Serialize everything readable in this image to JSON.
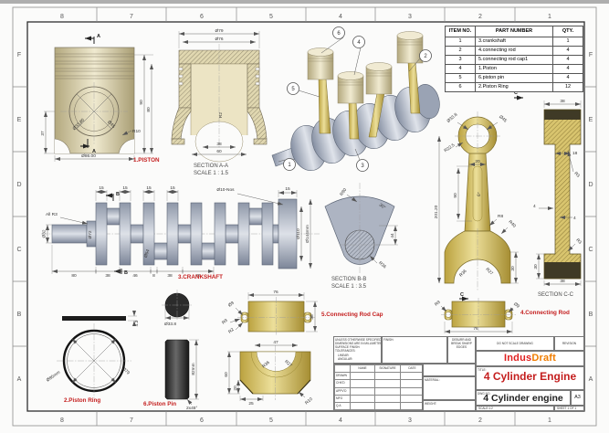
{
  "sheet": {
    "grid_cols": [
      "8",
      "7",
      "6",
      "5",
      "4",
      "3",
      "2",
      "1"
    ],
    "grid_rows": [
      "F",
      "E",
      "D",
      "C",
      "B",
      "A"
    ]
  },
  "colors": {
    "accent_red": "#c41e1e",
    "logo_red": "#e02020",
    "logo_orange": "#f07d00",
    "piston_tan": "#e6dfc2",
    "crank_gray": "#aab3c4",
    "rod_gold": "#d8c46e",
    "pin_dark": "#2b2b2b"
  },
  "parts_table": {
    "headers": [
      "ITEM NO.",
      "PART NUMBER",
      "QTY."
    ],
    "rows": [
      [
        "1",
        "3.crankshaft",
        "1"
      ],
      [
        "2",
        "4.connecting rod",
        "4"
      ],
      [
        "3",
        "5.connecting rod cap1",
        "4"
      ],
      [
        "4",
        "1.Piston",
        "4"
      ],
      [
        "5",
        "6.piston pin",
        "4"
      ],
      [
        "6",
        "2.Piston Ring",
        "12"
      ]
    ]
  },
  "balloons": [
    "1",
    "2",
    "3",
    "4",
    "5",
    "6"
  ],
  "labels": {
    "piston": "1.PISTON",
    "piston_ring": "2.Piston Ring",
    "crankshaft": "3.CRANKSHAFT",
    "connecting_rod": "4.Connecting Rod",
    "rod_cap": "5.Connecting Rod Cap",
    "piston_pin": "6.Piston Pin",
    "section_aa": "SECTION A-A",
    "section_aa_scale": "SCALE 1 : 1.5",
    "section_bb": "SECTION B-B",
    "section_bb_scale": "SCALE 1 : 3.5",
    "section_cc": "SECTION C-C"
  },
  "dims": {
    "piston": {
      "bore": "Ø86.00",
      "pin_dia": "Ø33.80",
      "d45": "Ø45",
      "r10": "R10",
      "h90": "90",
      "h80": "80",
      "w37": "37",
      "sec": "A"
    },
    "section_aa": {
      "d79": "Ø79",
      "d76": "Ø76",
      "b38": "38",
      "b60": "60",
      "r2": "R2"
    },
    "crank": {
      "all_r3": "All R3",
      "d32": "Ø32",
      "d72": "Ø72",
      "d54": "Ø54",
      "d110": "Ø110",
      "d144": "Ø144mm",
      "holes": "Ø10-Nos",
      "w15": "15",
      "sec": "B",
      "bottom": [
        "80",
        "38",
        "46",
        "8",
        "38",
        "46"
      ]
    },
    "section_bb": {
      "r80": "R80",
      "a30": "30°",
      "h44": "44",
      "r36": "R36"
    },
    "rod": {
      "d338": "Ø33.8",
      "d45": "Ø45",
      "r225": "R22.5",
      "w20": "20",
      "h90": "90",
      "h201": "201.20",
      "a6": "6°",
      "r8": "R8",
      "r40": "R40",
      "r36": "R36",
      "r27": "R27",
      "h30": "30",
      "w76": "76",
      "r9": "R9",
      "d9": "Ø9",
      "sec": "C"
    },
    "section_cc": {
      "t38": "38",
      "w18": "18",
      "r3a": "R3",
      "wall4a": "4",
      "wall4b": "4",
      "r3b": "R3",
      "h30": "30",
      "b38": "38"
    },
    "ring": {
      "od": "Ø85mm",
      "idm": "Ø79",
      "th": "4.3"
    },
    "pin": {
      "dia": "Ø33.8",
      "len": "82mm",
      "cham": "2x45°"
    },
    "cap": {
      "w76": "76",
      "h38": "38",
      "d9": "Ø9",
      "r9": "R9",
      "r2": "R2",
      "w47": "47",
      "h60": "60",
      "h20": "20",
      "w25": "25",
      "r36": "R36",
      "r27": "R27",
      "r10": "R10"
    }
  },
  "title_block": {
    "tolerance_lines": [
      "UNLESS OTHERWISE SPECIFIED:",
      "DIMENSIONS ARE IN MILLIMETERS",
      "SURFACE FINISH:",
      "TOLERANCES:",
      "LINEAR:",
      "ANGULAR:"
    ],
    "finish_label": "FINISH:",
    "deburr_lines": [
      "DEBURR AND",
      "BREAK SHARP",
      "EDGES"
    ],
    "do_not_scale": "DO NOT SCALE DRAWING",
    "revision_label": "REVISION",
    "name_table": {
      "headers": [
        "NAME",
        "SIGNATURE",
        "DATE"
      ],
      "rows": [
        "DRAWN",
        "CHK'D",
        "APPV'D",
        "MFG",
        "Q.A"
      ]
    },
    "title_label": "TITLE:",
    "title": "4 Cylinder Engine",
    "material_label": "MATERIAL:",
    "weight_label": "WEIGHT:",
    "dwg_label": "DWG NO.",
    "dwg_no": "4 Cylinder engine",
    "size": "A3",
    "scale_text": "SCALE:1:2",
    "sheet_text": "SHEET 1 OF 1",
    "logo": {
      "part1": "Indus",
      "part2": "Draft"
    }
  }
}
